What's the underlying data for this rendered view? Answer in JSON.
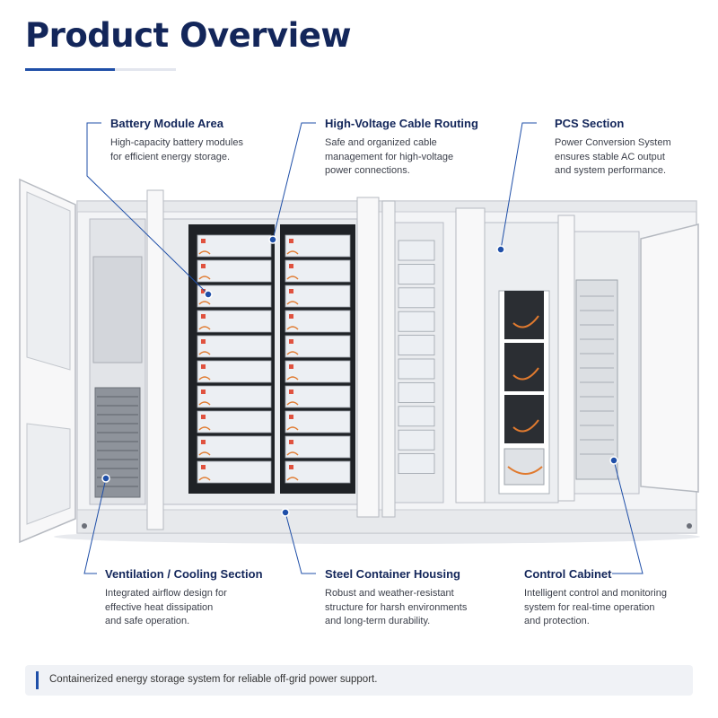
{
  "header": {
    "title": "Product Overview"
  },
  "callouts": {
    "battery": {
      "title": "Battery Module Area",
      "lines": [
        "High-capacity battery modules",
        "for efficient energy storage."
      ]
    },
    "cable": {
      "title": "High-Voltage Cable Routing",
      "lines": [
        "Safe and organized cable",
        "management for high-voltage",
        "power connections."
      ]
    },
    "pcs": {
      "title": "PCS Section",
      "lines": [
        "Power Conversion System",
        "ensures stable AC output",
        "and system performance."
      ]
    },
    "ventilation": {
      "title": "Ventilation / Cooling Section",
      "lines": [
        "Integrated airflow design for",
        "effective heat dissipation",
        "and safe operation."
      ]
    },
    "container": {
      "title": "Steel Container Housing",
      "lines": [
        "Robust and weather-resistant",
        "structure for harsh environments",
        "and long-term durability."
      ]
    },
    "control": {
      "title": "Control Cabinet",
      "lines": [
        "Intelligent control and monitoring",
        "system for real-time operation",
        "and protection."
      ]
    }
  },
  "footer": {
    "caption": "Containerized energy storage system for reliable off-grid power support."
  },
  "colors": {
    "title": "#13265a",
    "accent": "#1f4fa8",
    "battery_module": "#eceff3",
    "battery_tag": "#e0523f",
    "cable": "#e07a2f"
  }
}
